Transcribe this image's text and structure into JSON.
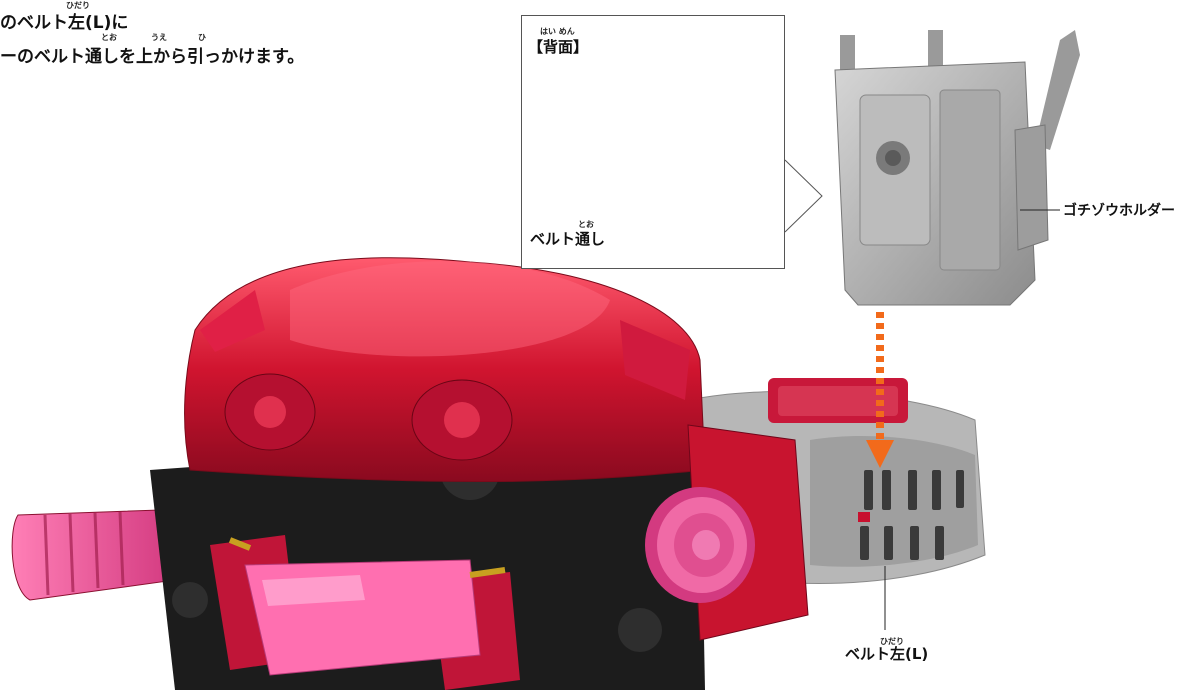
{
  "instructions": {
    "line1": "のベルト左(L)に",
    "line1_ruby": "ひだり",
    "line2": "ーのベルト通しを上から引っかけます。",
    "line2_ruby": [
      "とお",
      "うえ",
      "ひ"
    ]
  },
  "inset": {
    "title": "【背面】",
    "title_ruby": "はい めん",
    "label": "ベルト通し",
    "label_ruby": "とお"
  },
  "callouts": {
    "holder": "ゴチゾウホルダー",
    "belt_left": "ベルト左(L)",
    "belt_left_ruby": "ひだり"
  },
  "colors": {
    "arrow": "#f26a1b",
    "buckle_red": "#c8102e",
    "buckle_pink": "#e0468e",
    "gray_part": "#a8a8a8",
    "black_part": "#1c1c1c"
  }
}
